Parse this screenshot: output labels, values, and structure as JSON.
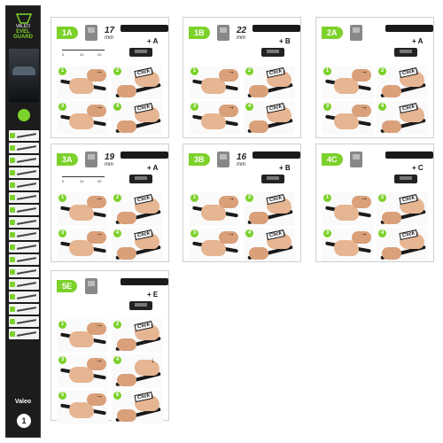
{
  "brand": {
    "product_line_1": "VALEO",
    "product_line_2": "EVEL GUARD",
    "footer_logo": "Valeo",
    "footer_number": "1"
  },
  "colors": {
    "accent": "#7cd12a",
    "dark": "#1c1c1c"
  },
  "panels": [
    {
      "id": "1A",
      "size": "17",
      "unit": "mm",
      "adapter": "+ A",
      "ruler": [
        "0",
        "10",
        "20"
      ]
    },
    {
      "id": "1B",
      "size": "22",
      "unit": "mm",
      "adapter": "+ B",
      "ruler": []
    },
    {
      "id": "2A",
      "size": "",
      "unit": "",
      "adapter": "+ A",
      "ruler": []
    },
    {
      "id": "3A",
      "size": "19",
      "unit": "mm",
      "adapter": "+ A",
      "ruler": [
        "0",
        "10",
        "20"
      ]
    },
    {
      "id": "3B",
      "size": "16",
      "unit": "mm",
      "adapter": "+ B",
      "ruler": []
    },
    {
      "id": "4C",
      "size": "",
      "unit": "",
      "adapter": "+ C",
      "ruler": []
    },
    {
      "id": "5E",
      "size": "",
      "unit": "",
      "adapter": "+ E",
      "ruler": []
    }
  ],
  "steps": [
    "1",
    "2",
    "3",
    "4",
    "5",
    "6"
  ],
  "click_text": "Click"
}
